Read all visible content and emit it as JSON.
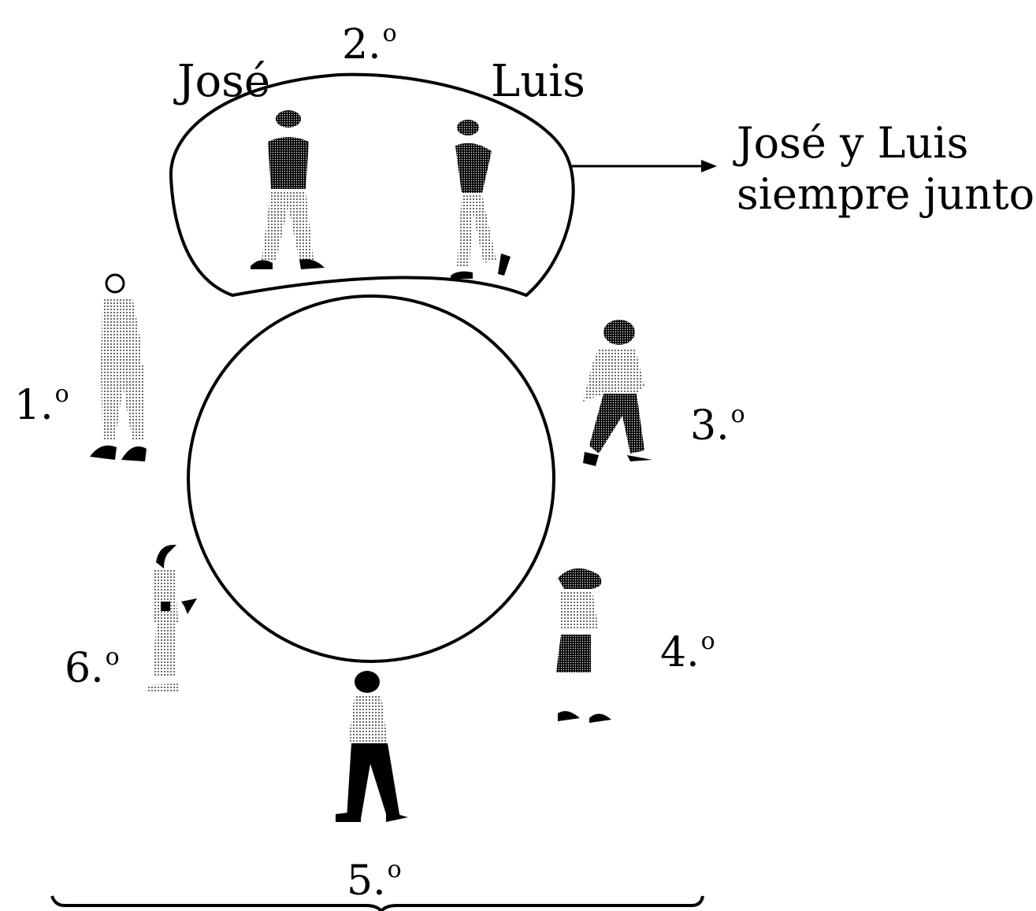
{
  "names": {
    "jose": "José",
    "luis": "Luis"
  },
  "note": {
    "line1": "José y Luis",
    "line2": "siempre juntos"
  },
  "positions": {
    "p1": "1.",
    "p2": "2.",
    "p3": "3.",
    "p4": "4.",
    "p5": "5.",
    "p6": "6."
  },
  "ordinal_mark": "o",
  "colors": {
    "ink": "#000000",
    "background": "#ffffff"
  }
}
